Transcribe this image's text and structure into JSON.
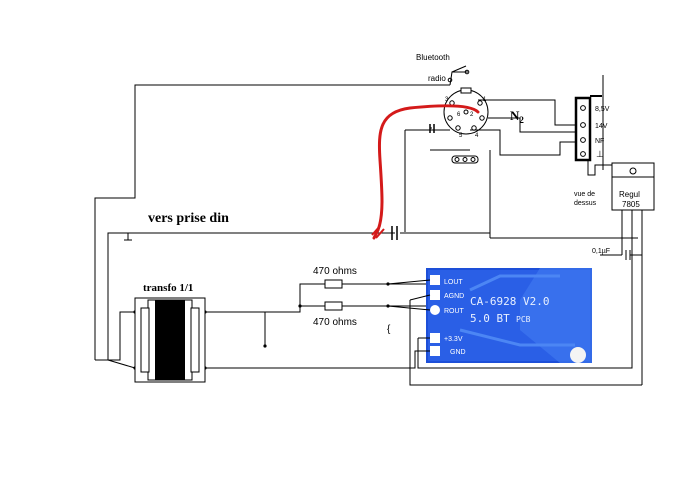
{
  "labels": {
    "bluetooth": "Bluetooth",
    "radio": "radio",
    "n2": "N",
    "n2_sub": "2",
    "vers_prise_din": "vers prise din",
    "transfo": "transfo 1/1",
    "r_top": "470 ohms",
    "r_bottom": "470 ohms",
    "vue_de_dessus": "vue de dessus",
    "vue_line1": "vue de",
    "vue_line2": "dessus",
    "regul_line1": "Regul",
    "regul_line2": "7805",
    "cap": "0,1µF",
    "pin_85v": "8,5V",
    "pin_14v": "14V",
    "pin_nf": "NF",
    "pin_gnd": "⊥",
    "din_pins": [
      "3",
      "6",
      "1",
      "5",
      "4",
      "2"
    ]
  },
  "module": {
    "line1": "CA-6928 V2.0",
    "line2": "5.0 BT",
    "line3": "PCB",
    "pins": [
      "LOUT",
      "AGND",
      "ROUT",
      "+3.3V",
      "GND"
    ]
  },
  "colors": {
    "wire": "#000000",
    "red_wire": "#d41a1a",
    "module_blue": "#1d4fd8",
    "module_light": "#4a86f0"
  }
}
